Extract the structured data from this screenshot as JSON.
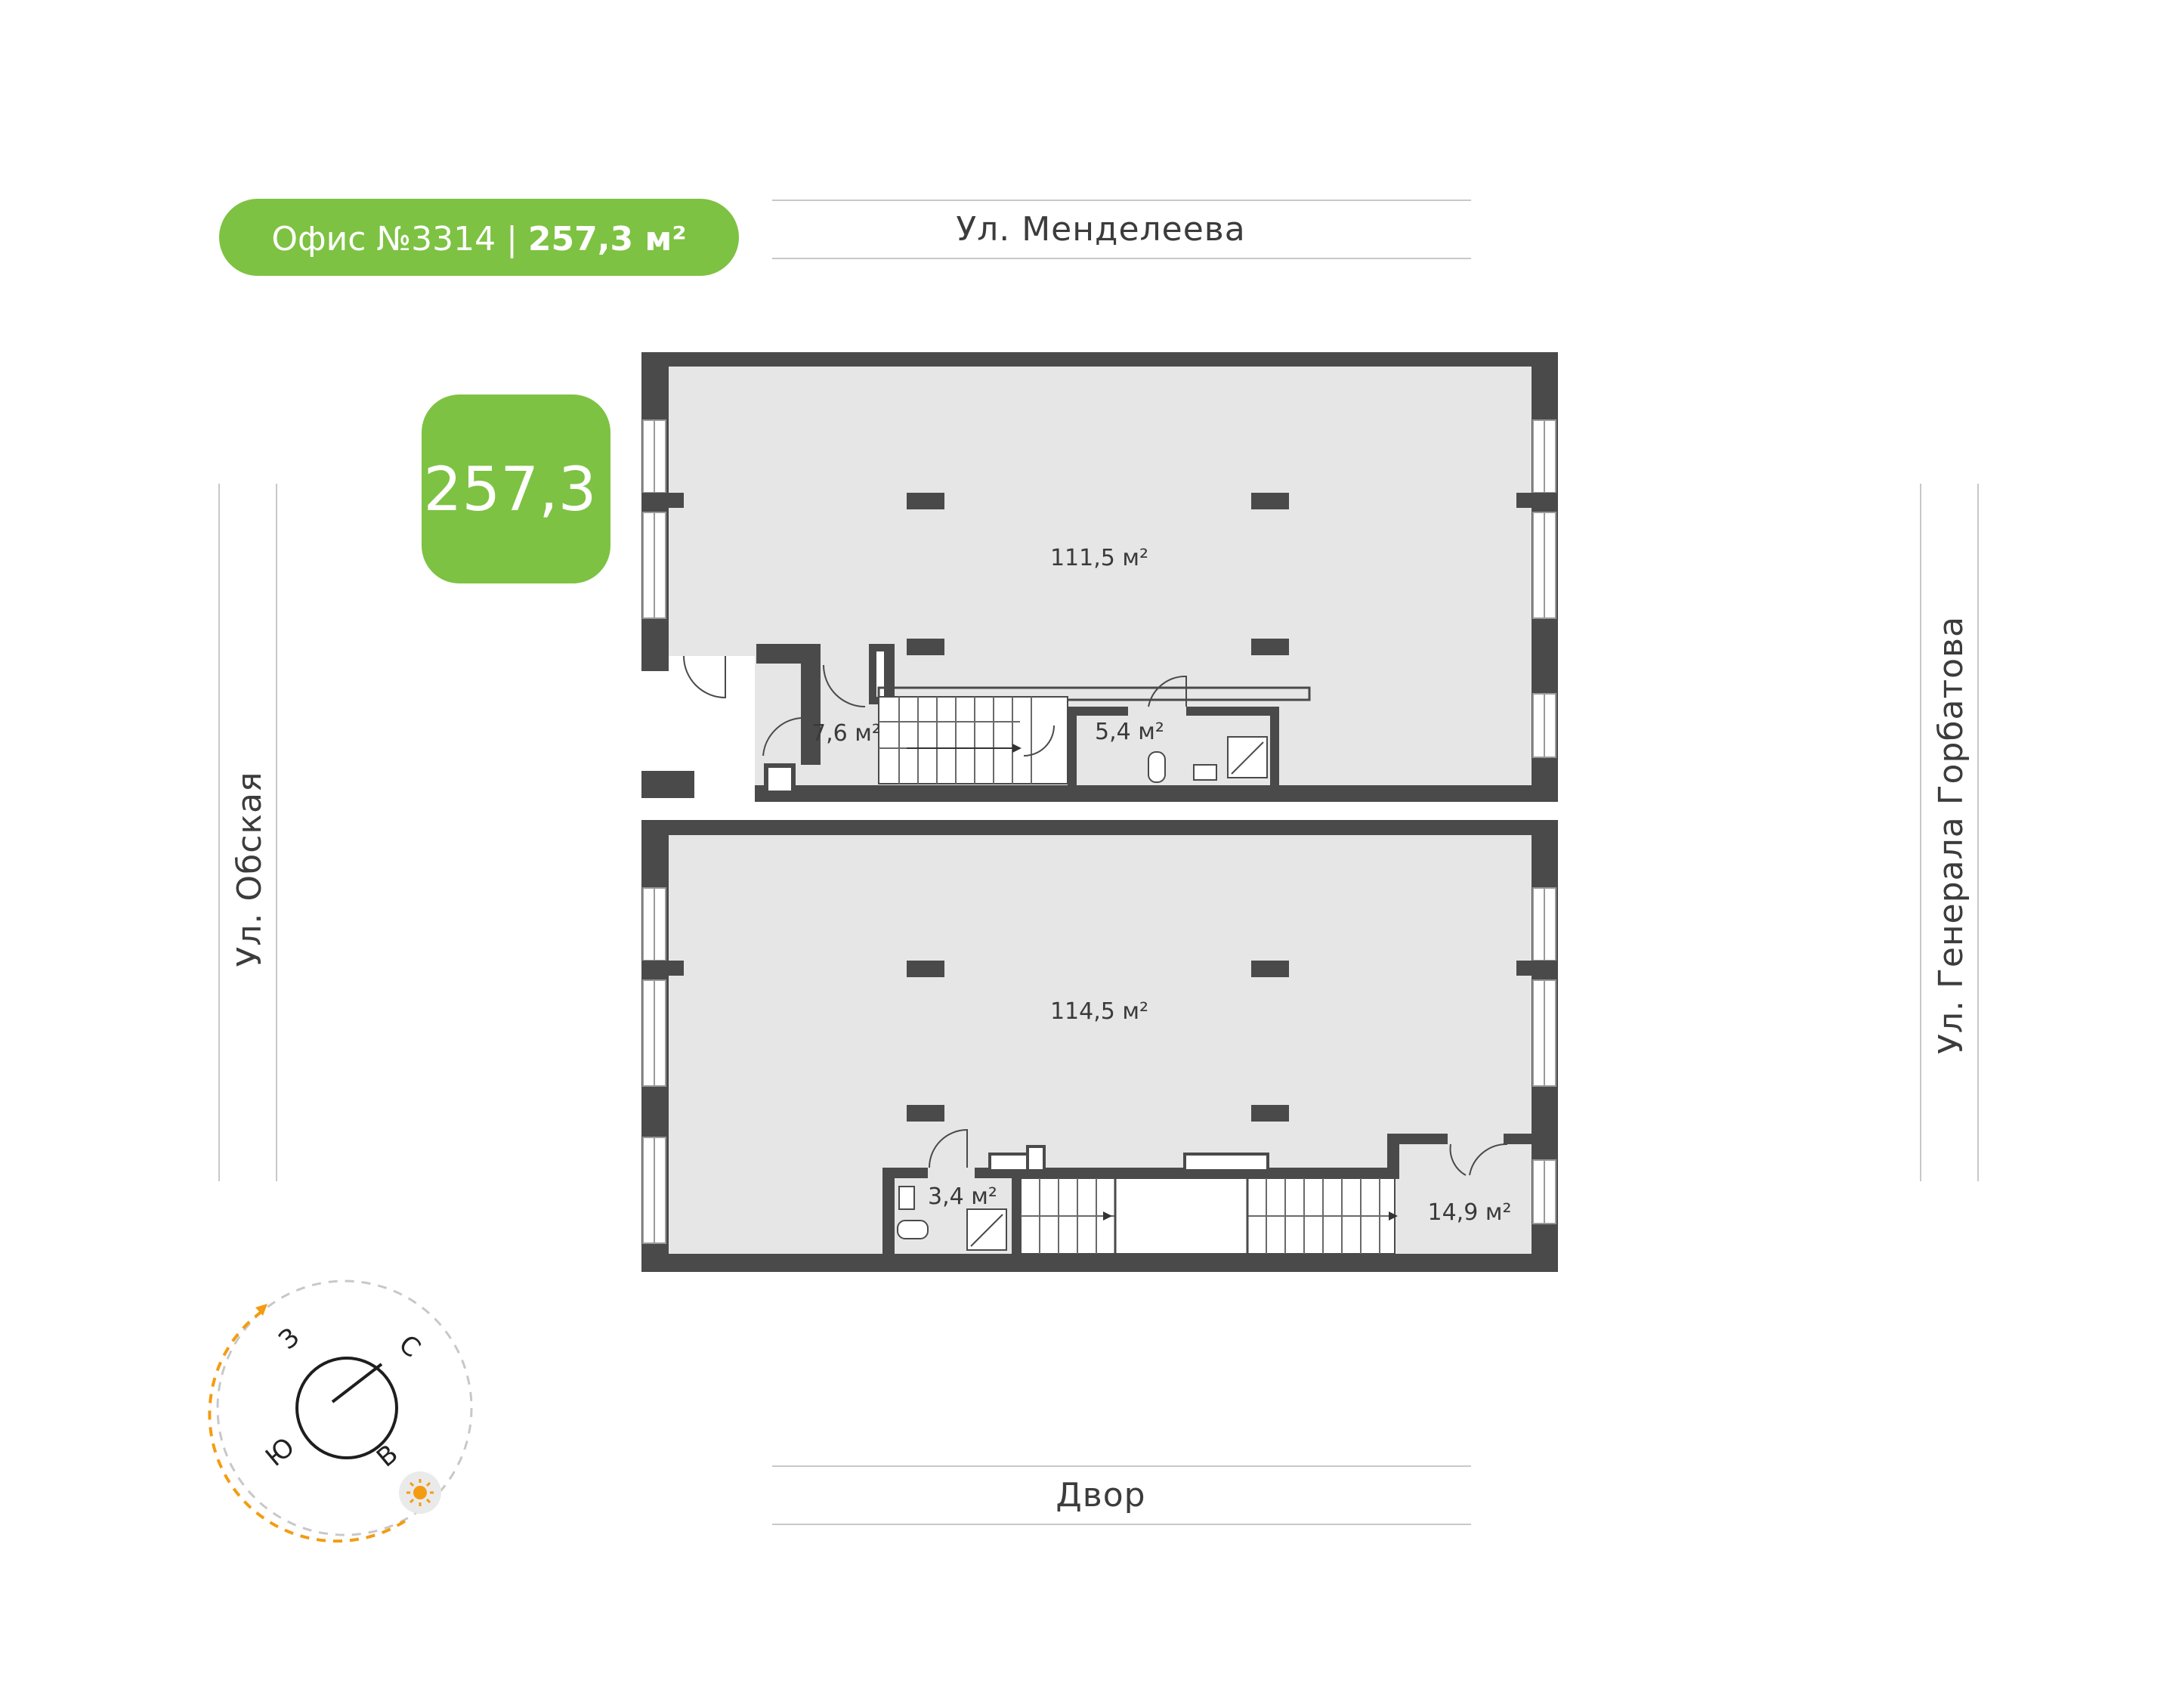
{
  "header": {
    "office_label": "Офис №3314 | ",
    "office_area": "257,3 м²",
    "accent_color": "#7dc242"
  },
  "total_area": "257,3",
  "streets": {
    "top": "Ул. Менделеева",
    "bottom": "Двор",
    "left": "Ул. Обская",
    "right": "Ул. Генерала Горбатова"
  },
  "rooms": {
    "upper_main": "111,5 м²",
    "upper_hall": "7,6 м²",
    "upper_bath": "5,4 м²",
    "lower_main": "114,5 м²",
    "lower_bath": "3,4 м²",
    "lower_hall": "14,9 м²"
  },
  "compass": {
    "north": "С",
    "south": "Ю",
    "east": "В",
    "west": "З",
    "sun_icon": "sun-icon",
    "sun_color": "#f39c12"
  }
}
